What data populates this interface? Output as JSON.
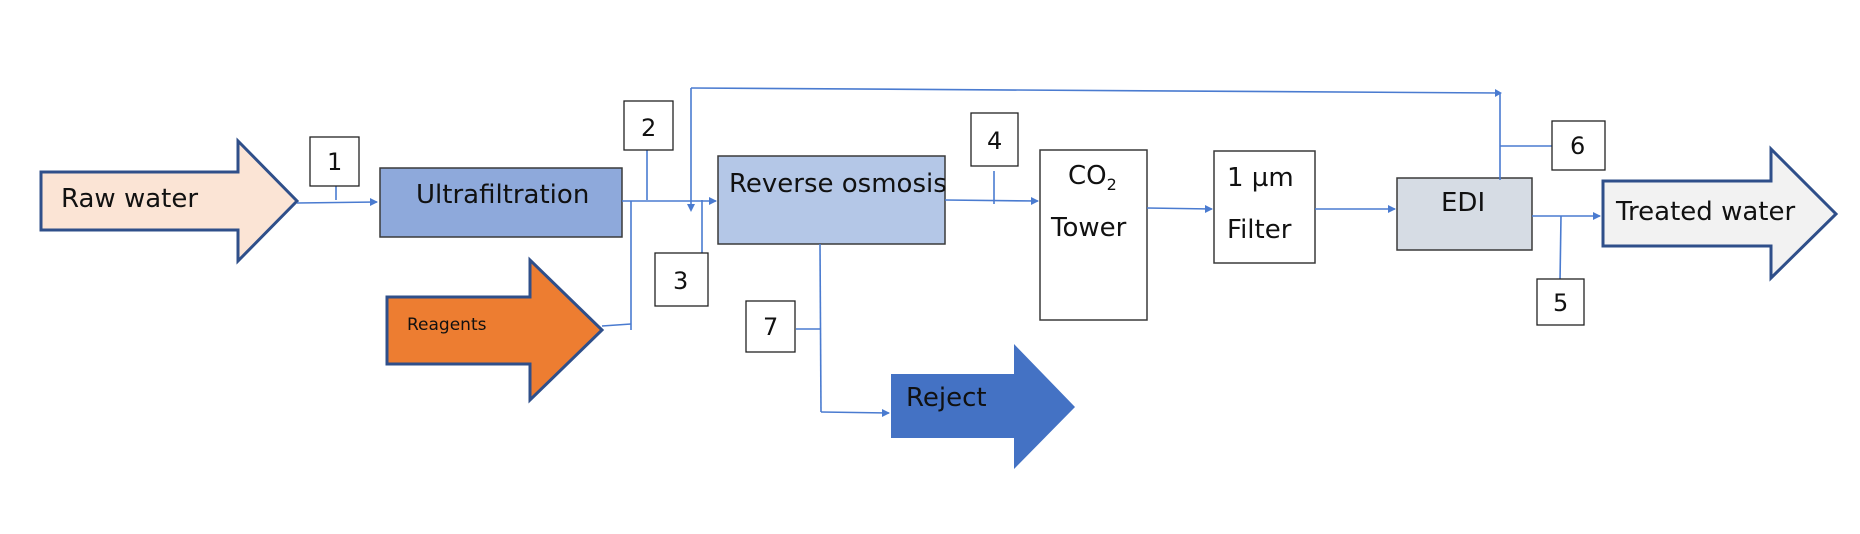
{
  "colors": {
    "line": "#4a7bd0",
    "outline": "#2f4f8a",
    "raw_fill": "#fbe4d5",
    "uf_fill": "#8ea9db",
    "ro_fill": "#b4c7e7",
    "reagent_fill": "#ed7d31",
    "reject_fill": "#4472c4",
    "edi_fill": "#d6dce4",
    "treated_fill": "#f2f2f2"
  },
  "nodes": {
    "raw_water": "Raw water",
    "ultrafiltration": "Ultrafiltration",
    "reagents": "Reagents",
    "reverse_osmosis": "Reverse osmosis",
    "co2_main": "CO",
    "co2_sub": "2",
    "tower": "Tower",
    "filter_size": "1 µm",
    "filter": "Filter",
    "edi": "EDI",
    "treated_water": "Treated water",
    "reject": "Reject"
  },
  "points": [
    "1",
    "2",
    "3",
    "4",
    "5",
    "6",
    "7"
  ]
}
